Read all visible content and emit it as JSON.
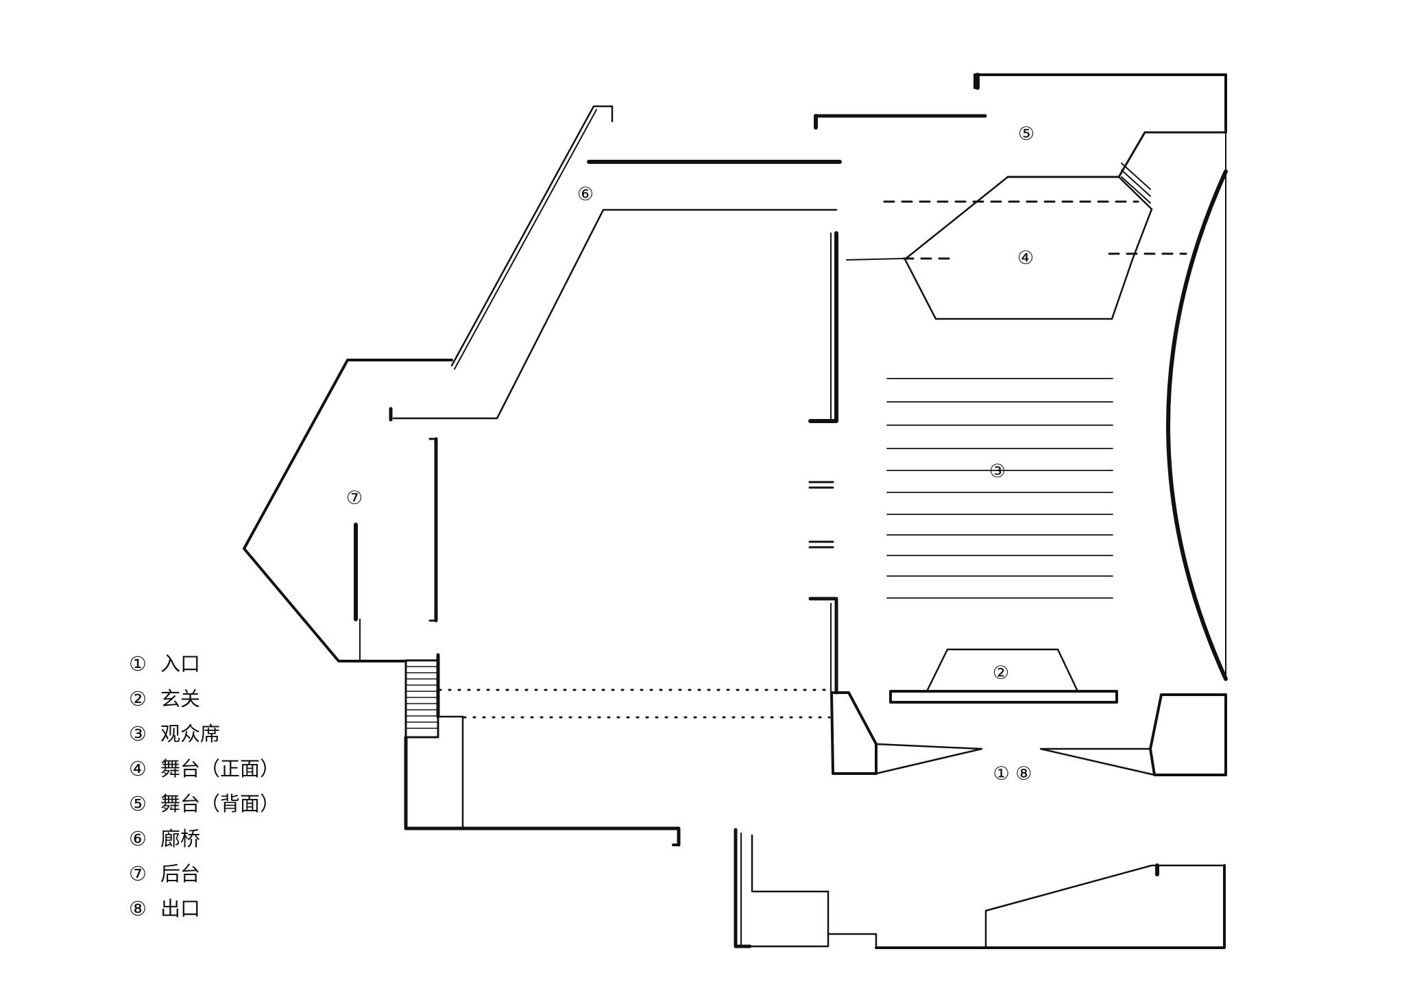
{
  "diagram": {
    "room_markers": [
      {
        "id": "stage-back",
        "marker": "⑤"
      },
      {
        "id": "bridge",
        "marker": "⑥"
      },
      {
        "id": "stage-front",
        "marker": "④"
      },
      {
        "id": "auditorium",
        "marker": "③"
      },
      {
        "id": "backstage",
        "marker": "⑦"
      },
      {
        "id": "foyer",
        "marker": "②"
      },
      {
        "id": "entrance-exit",
        "marker": "① ⑧"
      }
    ]
  },
  "legend": {
    "items": [
      {
        "num": "①",
        "label": "入口"
      },
      {
        "num": "②",
        "label": "玄关"
      },
      {
        "num": "③",
        "label": "观众席"
      },
      {
        "num": "④",
        "label": "舞台（正面）"
      },
      {
        "num": "⑤",
        "label": "舞台（背面）"
      },
      {
        "num": "⑥",
        "label": "廊桥"
      },
      {
        "num": "⑦",
        "label": "后台"
      },
      {
        "num": "⑧",
        "label": "出口"
      }
    ]
  }
}
